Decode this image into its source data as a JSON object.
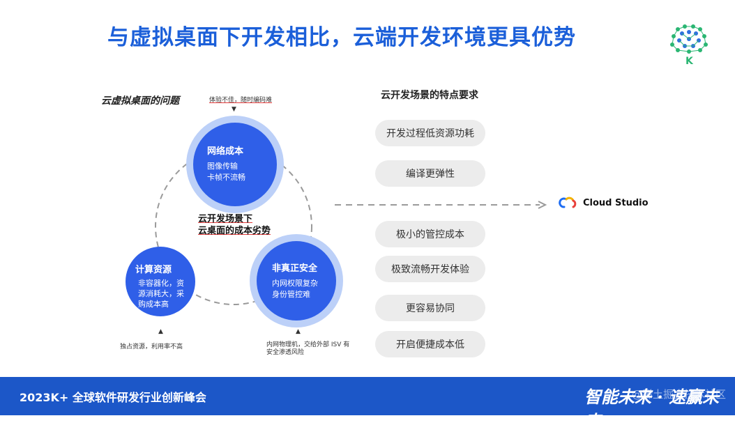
{
  "title": "与虚拟桌面下开发相比，云端开发环境更具优势",
  "left": {
    "heading": "云虚拟桌面的问题",
    "top_note": "体验不佳，随时编码难",
    "center": [
      "云开发场景下",
      "云桌面的成本劣势"
    ],
    "nodes": [
      {
        "title": "网络成本",
        "desc": [
          "图像传输",
          "卡帧不流畅"
        ]
      },
      {
        "title": "计算资源",
        "desc": [
          "非容器化，资",
          "源消耗大，采",
          "购成本高"
        ]
      },
      {
        "title": "非真正安全",
        "desc": [
          "内网权限复杂",
          "身份管控难"
        ]
      }
    ],
    "bottom_left_note": "独占资源，利用率不高",
    "bottom_right_note": [
      "内网物理机，交给外部 ISV 有",
      "安全渗透风险"
    ],
    "arrow_glyph": "▲",
    "down_glyph": "▼"
  },
  "right": {
    "heading": "云开发场景的特点要求",
    "items": [
      "开发过程低资源功耗",
      "编译更弹性",
      "极小的管控成本",
      "极致流畅开发体验",
      "更容易协同",
      "开启便捷成本低"
    ]
  },
  "product": {
    "name": "Cloud Studio"
  },
  "footer": {
    "event": "2023K+ 全球软件研发行业创新峰会",
    "slogan": "智能未来 · 速赢未来",
    "watermark": "@稀土掘金技术社区"
  },
  "logo": {
    "letter": "K"
  },
  "colors": {
    "accent": "#1b5fd9",
    "node": "#2f5fe8",
    "ring": "#bcd0f8",
    "footer": "#1c57c8"
  }
}
